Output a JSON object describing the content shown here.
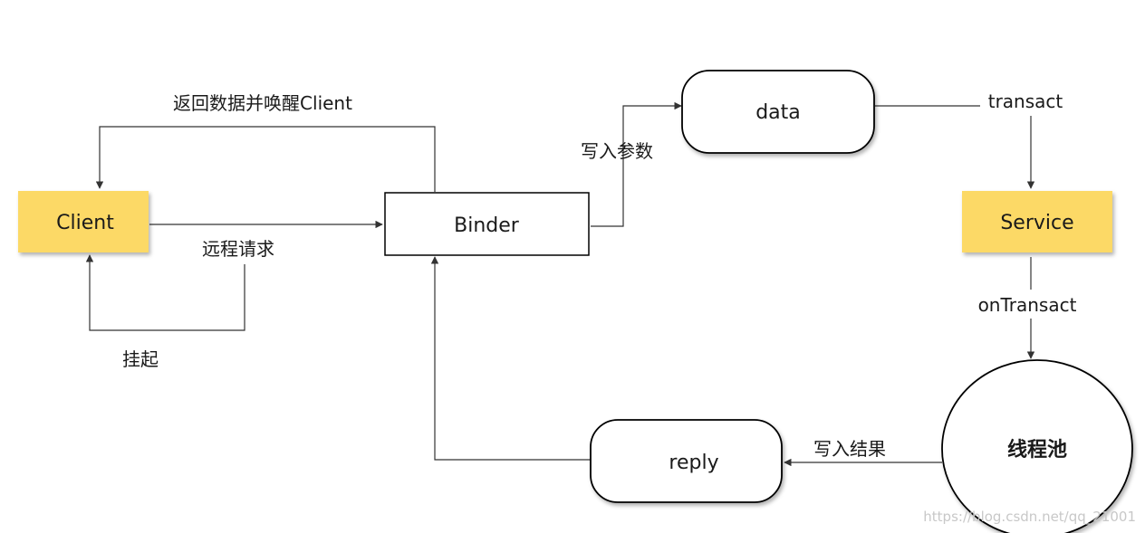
{
  "nodes": {
    "client": {
      "label": "Client",
      "fill": "#fcd966"
    },
    "binder": {
      "label": "Binder",
      "fill": "#ffffff"
    },
    "data": {
      "label": "data",
      "fill": "#ffffff"
    },
    "service": {
      "label": "Service",
      "fill": "#fcd966"
    },
    "thread_pool": {
      "label": "线程池",
      "fill": "#ffffff"
    },
    "reply": {
      "label": "reply",
      "fill": "#ffffff"
    }
  },
  "edges": {
    "return_wake": "返回数据并唤醒Client",
    "remote_request": "远程请求",
    "suspend": "挂起",
    "write_params": "写入参数",
    "transact": "transact",
    "on_transact": "onTransact",
    "write_result": "写入结果"
  },
  "watermark": "https://blog.csdn.net/qq_21001"
}
